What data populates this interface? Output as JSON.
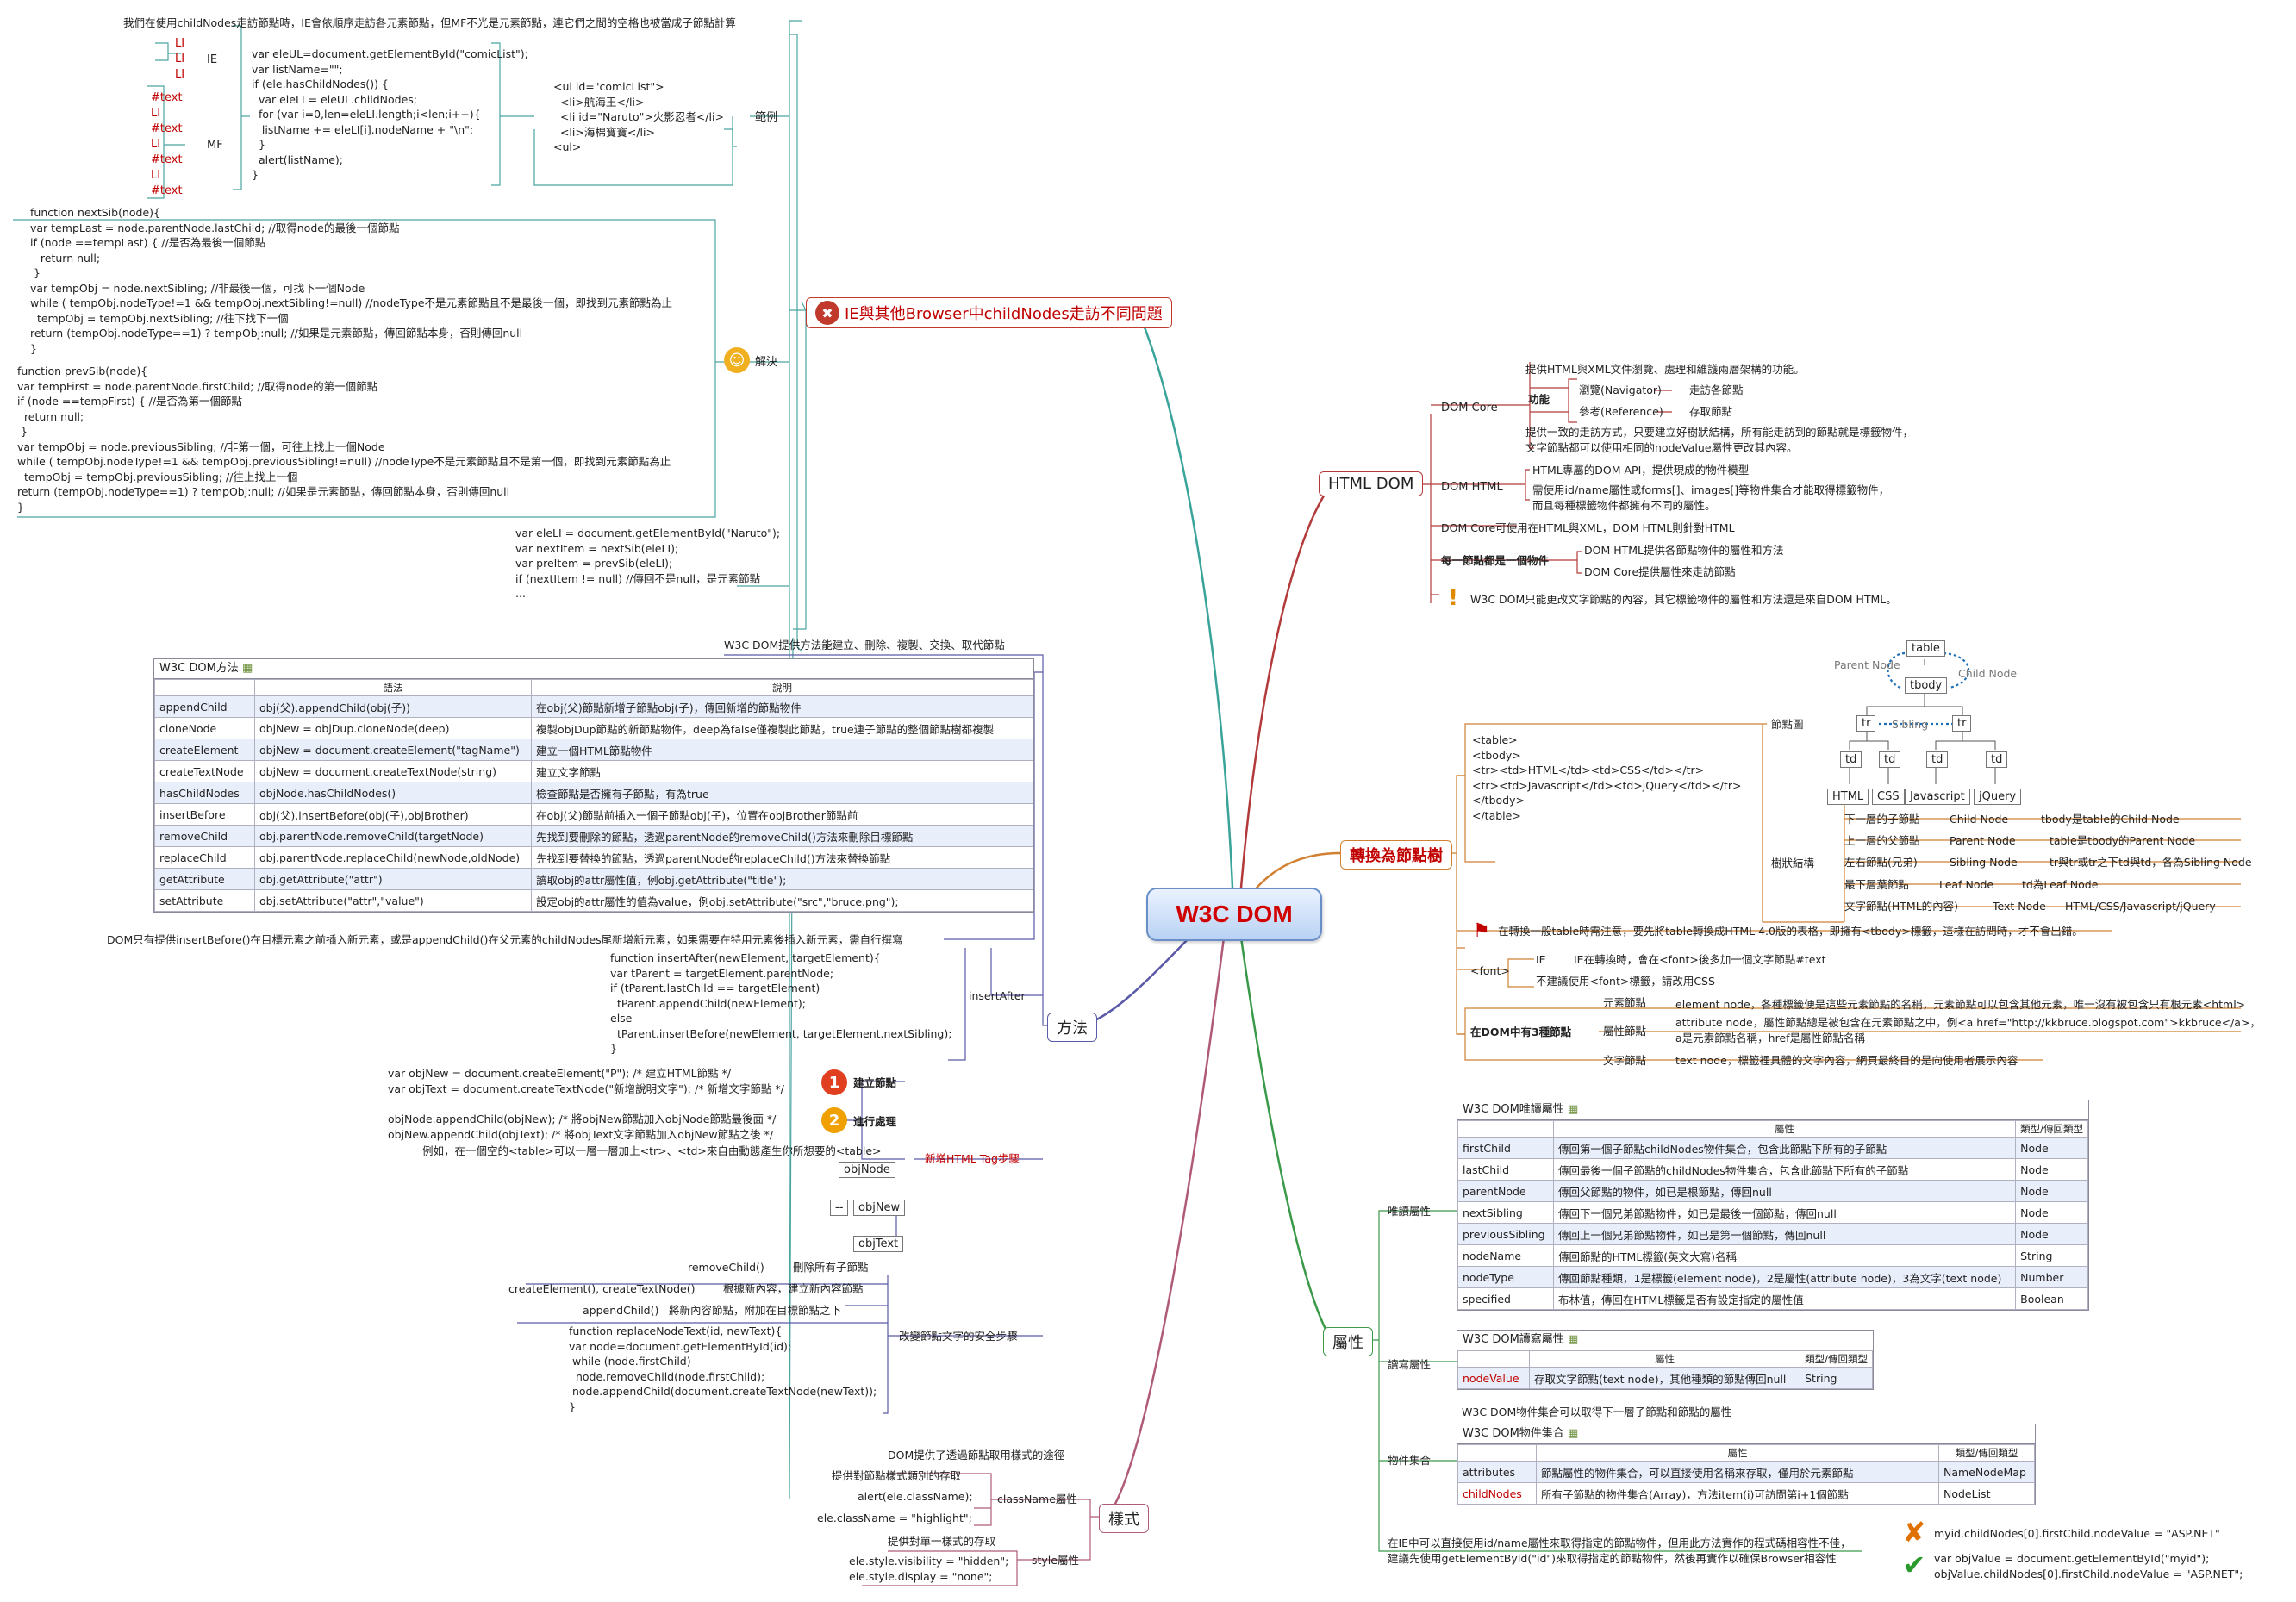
{
  "center": {
    "title": "W3C DOM"
  },
  "branches": {
    "ie_issue": "IE與其他Browser中childNodes走訪不同問題",
    "html_dom": "HTML DOM",
    "tree": "轉換為節點樹",
    "methods": "方法",
    "props": "屬性",
    "style": "樣式"
  },
  "ie_section": {
    "intro": "我們在使用childNodes走訪節點時，IE會依順序走訪各元素節點，但MF不光是元素節點，連它們之間的空格也被當成子節點計算",
    "ie_label": "IE",
    "mf_label": "MF",
    "example_label": "範例",
    "solve_label": "解決",
    "ie_nodes": [
      "LI",
      "LI",
      "LI"
    ],
    "mf_nodes": [
      "#text",
      "LI",
      "#text",
      "LI",
      "#text",
      "LI",
      "#text"
    ],
    "code": [
      "var eleUL=document.getElementById(\"comicList\");",
      "var listName=\"\";",
      "if (ele.hasChildNodes()) {",
      "  var eleLI = eleUL.childNodes;",
      "  for (var i=0,len=eleLI.length;i<len;i++){",
      "   listName += eleLI[i].nodeName + \"\\n\";",
      "  }",
      "  alert(listName);",
      "}"
    ],
    "html": [
      "<ul id=\"comicList\">",
      "  <li>航海王</li>",
      "  <li id=\"Naruto\">火影忍者</li>",
      "  <li>海棉寶寶</li>",
      "<ul>"
    ],
    "next_fn": [
      "function nextSib(node){",
      "var tempLast = node.parentNode.lastChild; //取得node的最後一個節點",
      "if (node ==tempLast) { //是否為最後一個節點",
      "   return null;",
      " }",
      "var tempObj = node.nextSibling; //非最後一個，可找下一個Node",
      "while ( tempObj.nodeType!=1 && tempObj.nextSibling!=null) //nodeType不是元素節點且不是最後一個，即找到元素節點為止",
      "  tempObj = tempObj.nextSibling; //往下找下一個",
      "return (tempObj.nodeType==1) ? tempObj:null; //如果是元素節點，傳回節點本身，否則傳回null",
      "}"
    ],
    "prev_fn": [
      "function prevSib(node){",
      "var tempFirst = node.parentNode.firstChild; //取得node的第一個節點",
      "if (node ==tempFirst) { //是否為第一個節點",
      "  return null;",
      " }",
      "var tempObj = node.previousSibling; //非第一個，可往上找上一個Node",
      "while ( tempObj.nodeType!=1 && tempObj.previousSibling!=null) //nodeType不是元素節點且不是第一個，即找到元素節點為止",
      "  tempObj = tempObj.previousSibling; //往上找上一個",
      "return (tempObj.nodeType==1) ? tempObj:null; //如果是元素節點，傳回節點本身，否則傳回null",
      "}"
    ],
    "usage": [
      "var eleLI = document.getElementById(\"Naruto\");",
      "var nextItem = nextSib(eleLI);",
      "var preItem = prevSib(eleLI);",
      "if (nextItem != null) //傳回不是null，是元素節點",
      "..."
    ]
  },
  "html_dom_section": {
    "dom_core": "DOM Core",
    "func": "功能",
    "core_desc": "提供HTML與XML文件瀏覽、處理和維護兩層架構的功能。",
    "nav": "瀏覽(Navigator)",
    "nav_d": "走訪各節點",
    "ref": "參考(Reference)",
    "ref_d": "存取節點",
    "core_desc2": "提供一致的走訪方式，只要建立好樹狀結構，所有能走訪到的節點就是標籤物件，\n文字節點都可以使用相同的nodeValue屬性更改其內容。",
    "dom_html": "DOM HTML",
    "html_d1": "HTML專屬的DOM API，提供現成的物件模型",
    "html_d2": "需使用id/name屬性或forms[]、images[]等物件集合才能取得標籤物件，\n而且每種標籤物件都擁有不同的屬性。",
    "core_both": "DOM Core可使用在HTML與XML，DOM HTML則針對HTML",
    "each": "每一節點都是一個物件",
    "each_1": "DOM HTML提供各節點物件的屬性和方法",
    "each_2": "DOM Core提供屬性來走訪節點",
    "note": "W3C DOM只能更改文字節點的內容，其它標籤物件的屬性和方法還是來自DOM HTML。"
  },
  "tree_section": {
    "html_src": [
      "<table>",
      "<tbody>",
      "<tr><td>HTML</td><td>CSS</td></tr>",
      "<tr><td>Javascript</td><td>jQuery</td></tr>",
      "</tbody>",
      "</table>"
    ],
    "diagram_label": "節點圖",
    "tree_label": "樹狀結構",
    "parent_node": "Parent Node",
    "child_node": "Child Node",
    "sibling": "Sibling",
    "n_table": "table",
    "n_tbody": "tbody",
    "n_tr": "tr",
    "n_td": "td",
    "leaves": [
      "HTML",
      "CSS",
      "Javascript",
      "jQuery"
    ],
    "rels": [
      [
        "下一層的子節點",
        "Child Node",
        "tbody是table的Child Node"
      ],
      [
        "上一層的父節點",
        "Parent Node",
        "table是tbody的Parent Node"
      ],
      [
        "左右節點(兄弟)",
        "Sibling Node",
        "tr與tr或tr之下td與td，各為Sibling Node"
      ],
      [
        "最下層葉節點",
        "Leaf Node",
        "td為Leaf Node"
      ],
      [
        "文字節點(HTML的內容)",
        "Text Node",
        "HTML/CSS/Javascript/jQuery"
      ]
    ],
    "tbody_note": "在轉換一般table時需注意，要先將table轉換成HTML 4.0版的表格，即擁有<tbody>標籤，這樣在訪問時，才不會出錯。",
    "font_tag": "<font>",
    "font_ie": "IE",
    "font_ie_d": "IE在轉換時，會在<font>後多加一個文字節點#text",
    "font_2": "不建議使用<font>標籤，請改用CSS",
    "three": "在DOM中有3種節點",
    "elem": "元素節點",
    "elem_d": "element node，各種標籤便是這些元素節點的名稱，元素節點可以包含其他元素，唯一沒有被包含只有根元素<html>",
    "attr": "屬性節點",
    "attr_d": "attribute node，屬性節點總是被包含在元素節點之中，例<a href=\"http://kkbruce.blogspot.com\">kkbruce</a>，\na是元素節點名稱，href是屬性節點名稱",
    "text": "文字節點",
    "text_d": "text node，標籤裡具體的文字內容，網頁最終目的是向使用者展示內容"
  },
  "methods_section": {
    "header": "W3C DOM提供方法能建立、刪除、複製、交換、取代節點",
    "table_title": "W3C DOM方法",
    "cols": [
      "語法",
      "說明"
    ],
    "rows": [
      [
        "appendChild",
        "obj(父).appendChild(obj(子))",
        "在obj(父)節點新增子節點obj(子)，傳回新增的節點物件"
      ],
      [
        "cloneNode",
        "objNew = objDup.cloneNode(deep)",
        "複製objDup節點的新節點物件，deep為false僅複製此節點，true連子節點的整個節點樹都複製"
      ],
      [
        "createElement",
        "objNew = document.createElement(\"tagName\")",
        "建立一個HTML節點物件"
      ],
      [
        "createTextNode",
        "objNew = document.createTextNode(string)",
        "建立文字節點"
      ],
      [
        "hasChildNodes",
        "objNode.hasChildNodes()",
        "檢查節點是否擁有子節點，有為true"
      ],
      [
        "insertBefore",
        "obj(父).insertBefore(obj(子),objBrother)",
        "在obj(父)節點前插入一個子節點obj(子)，位置在objBrother節點前"
      ],
      [
        "removeChild",
        "obj.parentNode.removeChild(targetNode)",
        "先找到要刪除的節點，透過parentNode的removeChild()方法來刪除目標節點"
      ],
      [
        "replaceChild",
        "obj.parentNode.replaceChild(newNode,oldNode)",
        "先找到要替換的節點，透過parentNode的replaceChild()方法來替換節點"
      ],
      [
        "getAttribute",
        "obj.getAttribute(\"attr\")",
        "讀取obj的attr屬性值，例obj.getAttribute(\"title\");"
      ],
      [
        "setAttribute",
        "obj.setAttribute(\"attr\",\"value\")",
        "設定obj的attr屬性的值為value，例obj.setAttribute(\"src\",\"bruce.png\");"
      ]
    ],
    "insert_after_note": "DOM只有提供insertBefore()在目標元素之前插入新元素，或是appendChild()在父元素的childNodes尾新增新元素，如果需要在特用元素後插入新元素，需自行撰寫",
    "insert_after": "insertAfter",
    "insert_after_code": [
      "function insertAfter(newElement, targetElement){",
      "var tParent = targetElement.parentNode;",
      "if (tParent.lastChild == targetElement)",
      "  tParent.appendChild(newElement);",
      "else",
      "  tParent.insertBefore(newElement, targetElement.nextSibling);",
      "}"
    ],
    "create_code": [
      "var objNew = document.createElement(\"P\"); /* 建立HTML節點 */",
      "var objText = document.createTextNode(\"新增說明文字\"); /* 新增文字節點 */"
    ],
    "create_label": "建立節點",
    "proc_code": [
      "objNode.appendChild(objNew); /* 將objNew節點加入objNode節點最後面 */",
      "objNew.appendChild(objText); /* 將objText文字節點加入objNew節點之後 */"
    ],
    "proc_label": "進行處理",
    "new_tag_label": "新增HTML Tag步驟",
    "new_tag_example": "例如，在一個空的<table>可以一層一層加上<tr>、<td>來自由動態產生你所想要的<table>",
    "obj_node": "objNode",
    "obj_new": "objNew",
    "obj_text": "objText",
    "dash": "--",
    "safe_label": "改變節點文字的安全步驟",
    "remove_child": "removeChild()",
    "remove_d": "刪除所有子節點",
    "create_both": "createElement(), createTextNode()",
    "create_d": "根據新內容，建立新內容節點",
    "append": "appendChild()",
    "append_d": "將新內容節點，附加在目標節點之下",
    "replace_code": [
      "function replaceNodeText(id, newText){",
      "var node=document.getElementById(id);",
      " while (node.firstChild)",
      "  node.removeChild(node.firstChild);",
      " node.appendChild(document.createTextNode(newText));",
      "}"
    ]
  },
  "style_section": {
    "header": "DOM提供了透過節點取用樣式的途徑",
    "classname": "className屬性",
    "cls_desc": "提供對節點樣式類別的存取",
    "cls_1": "alert(ele.className);",
    "cls_2": "ele.className = \"highlight\";",
    "style": "style屬性",
    "style_desc": "提供對單一樣式的存取",
    "style_code": [
      "ele.style.visibility = \"hidden\";",
      "ele.style.display = \"none\";"
    ]
  },
  "props_section": {
    "read_label": "唯讀屬性",
    "rw_label": "讀寫屬性",
    "coll_label": "物件集合",
    "read_title": "W3C DOM唯讀屬性",
    "read_cols": [
      "",
      "屬性",
      "類型/傳回類型"
    ],
    "read_rows": [
      [
        "firstChild",
        "傳回第一個子節點childNodes物件集合，包含此節點下所有的子節點",
        "Node"
      ],
      [
        "lastChild",
        "傳回最後一個子節點的childNodes物件集合，包含此節點下所有的子節點",
        "Node"
      ],
      [
        "parentNode",
        "傳回父節點的物件，如已是根節點，傳回null",
        "Node"
      ],
      [
        "nextSibling",
        "傳回下一個兄弟節點物件，如已是最後一個節點，傳回null",
        "Node"
      ],
      [
        "previousSibling",
        "傳回上一個兄弟節點物件，如已是第一個節點，傳回null",
        "Node"
      ],
      [
        "nodeName",
        "傳回節點的HTML標籤(英文大寫)名稱",
        "String"
      ],
      [
        "nodeType",
        "傳回節點種類，1是標籤(element node)，2是屬性(attribute node)，3為文字(text node)",
        "Number"
      ],
      [
        "specified",
        "布林值，傳回在HTML標籤是否有設定指定的屬性值",
        "Boolean"
      ]
    ],
    "rw_title": "W3C DOM讀寫屬性",
    "rw_cols": [
      "",
      "屬性",
      "類型/傳回類型"
    ],
    "rw_rows": [
      [
        "nodeValue",
        "存取文字節點(text node)，其他種類的節點傳回null",
        "String"
      ]
    ],
    "coll_note": "W3C DOM物件集合可以取得下一層子節點和節點的屬性",
    "coll_title": "W3C DOM物件集合",
    "coll_cols": [
      "",
      "屬性",
      "類型/傳回類型"
    ],
    "coll_rows": [
      [
        "attributes",
        "節點屬性的物件集合，可以直接使用名稱來存取，僅用於元素節點",
        "NameNodeMap"
      ],
      [
        "childNodes",
        "所有子節點的物件集合(Array)，方法item(i)可訪問第i+1個節點",
        "NodeList"
      ]
    ],
    "ie_note": "在IE中可以直接使用id/name屬性來取得指定的節點物件，但用此方法實作的程式碼相容性不佳，\n建議先使用getElementById(\"id\")來取得指定的節點物件，然後再實作以確保Browser相容性",
    "bad": "myid.childNodes[0].firstChild.nodeValue = \"ASP.NET\"",
    "good": "var objValue = document.getElementById(\"myid\");\nobjValue.childNodes[0].firstChild.nodeValue = \"ASP.NET\";"
  }
}
